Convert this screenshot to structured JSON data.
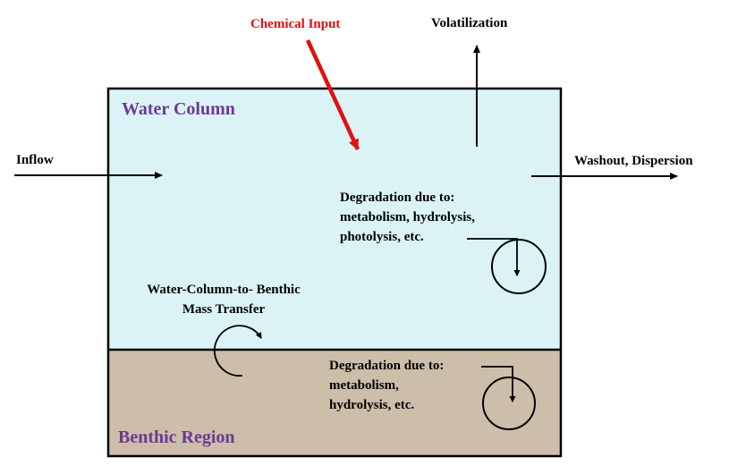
{
  "regions": {
    "water_column": "Water Column",
    "benthic": "Benthic Region"
  },
  "labels": {
    "chemical_input": "Chemical Input",
    "volatilization": "Volatilization",
    "inflow": "Inflow",
    "washout": "Washout, Dispersion",
    "water_degradation": [
      "Degradation due to:",
      "metabolism, hydrolysis,",
      "photolysis, etc."
    ],
    "mass_transfer": [
      "Water-Column-to- Benthic",
      "Mass Transfer"
    ],
    "benthic_degradation": [
      "Degradation due to:",
      "metabolism,",
      "hydrolysis, etc."
    ]
  },
  "colors": {
    "water": "#dbf3f7",
    "sediment": "#c9b9a3",
    "region_title": "#6b3a96",
    "chemical_input_arrow": "#e01010"
  }
}
